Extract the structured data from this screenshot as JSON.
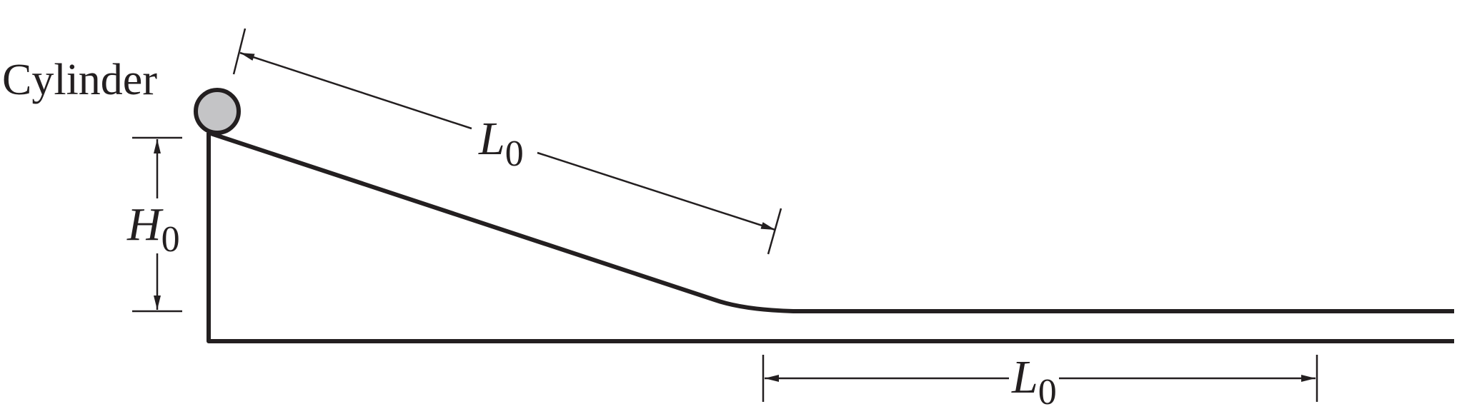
{
  "labels": {
    "cylinder": "Cylinder",
    "slope_length": {
      "symbol": "L",
      "subscript": "0"
    },
    "height": {
      "symbol": "H",
      "subscript": "0"
    },
    "flat_length": {
      "symbol": "L",
      "subscript": "0"
    }
  },
  "colors": {
    "ink": "#231f20",
    "cylinder_fill": "#c4c4c6"
  }
}
